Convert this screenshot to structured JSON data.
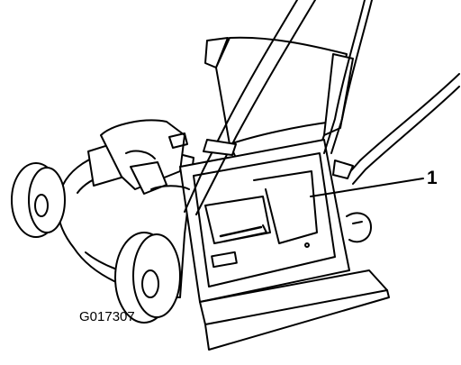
{
  "callouts": [
    {
      "number": "1"
    }
  ],
  "figure_id": "G017307",
  "colors": {
    "line": "#000000",
    "background": "#ffffff"
  },
  "icons": [
    "lawn-mower-illustration"
  ]
}
